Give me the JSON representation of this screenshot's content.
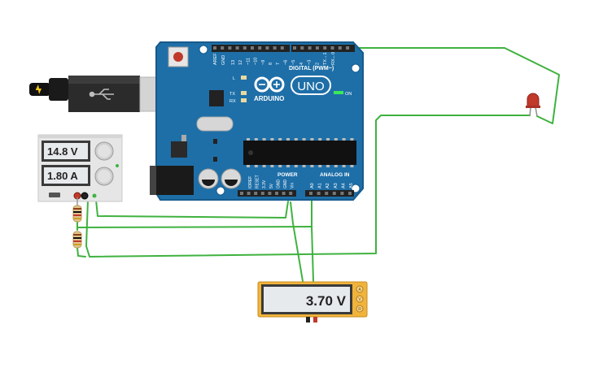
{
  "power_supply": {
    "voltage_display": "14.8 V",
    "current_display": "1.80 A"
  },
  "arduino": {
    "brand_label": "ARDUINO",
    "model_label": "UNO",
    "digital_header_label": "DIGITAL (PWM~)",
    "power_header_label": "POWER",
    "analog_header_label": "ANALOG IN",
    "on_label": "ON",
    "led_labels": {
      "l": "L",
      "tx": "TX",
      "rx": "RX"
    },
    "top_pin_labels": [
      "AREF",
      "GND",
      "13",
      "12",
      "~11",
      "~10",
      "~9",
      "8",
      "7",
      "~6",
      "~5",
      "4",
      "~3",
      "2",
      "TX→1",
      "RX←0"
    ],
    "power_pin_labels": [
      "IOREF",
      "RESET",
      "3.3V",
      "5V",
      "GND",
      "GND",
      "Vin"
    ],
    "analog_pin_labels": [
      "A0",
      "A1",
      "A2",
      "A3",
      "A4",
      "A5"
    ]
  },
  "multimeter": {
    "display": "3.70 V",
    "modes": [
      "A",
      "V",
      "R"
    ]
  },
  "colors": {
    "board_blue": "#1e6fa8",
    "board_edge": "#175a8c",
    "wire_green": "#3fb23f",
    "led_red": "#c0392b",
    "meter_frame": "#f0b43c",
    "lcd_bg": "#e7eaed"
  }
}
